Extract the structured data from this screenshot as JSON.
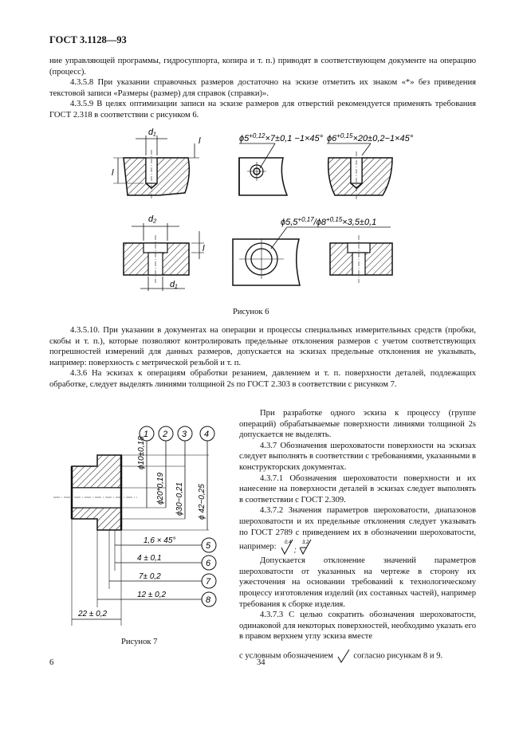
{
  "header": {
    "standard": "ГОСТ 3.1128—93"
  },
  "top_paragraphs": [
    "ние управляющей программы, гидросуппорта, копира и т. п.) приводят в соответствующем документе на операцию (процесс).",
    "4.3.5.8 При указании справочных размеров достаточно на эскизе отметить их знаком «*» без приведения текстовой записи «Размеры (размер) для справок (справки)».",
    "4.3.5.9 В целях оптимизации записи на эскизе размеров для отверстий рекомендуется применять требования ГОСТ 2.318 в соответствии с рисунком 6."
  ],
  "figure6": {
    "labels": {
      "d1": "d₁",
      "d2": "d₂",
      "l": "l",
      "note1": "ϕ5 +0,12 ×7±0,1 −1×45°",
      "note1_main": "ϕ5",
      "note1_tol": "+0,12",
      "note1_rest": "×7±0,1 −1×45°",
      "note2_main": "ϕ6",
      "note2_tol": "+0,15",
      "note2_rest": "×20±0,2−1×45°",
      "note3_main": "ϕ5,5",
      "note3_tol1": "+0,17",
      "note3_mid": "/ϕ8",
      "note3_tol2": "+0,15",
      "note3_rest": "×3,5±0,1"
    },
    "caption": "Рисунок 6"
  },
  "middle_paragraphs": [
    "4.3.5.10. При указании в документах на операции и процессы специальных измерительных средств (пробки, скобы и т. п.), которые позволяют контролировать предельные отклонения размеров с учетом соответствующих погрешностей измерений для данных размеров, допускается на эскизах предельные отклонения не указывать, например: поверхность с метрической резьбой и т. п.",
    "4.3.6 На эскизах к операциям обработки резанием, давлением и т. п. поверхности деталей, подлежащих обработке, следует выделять линиями толщиной 2s по ГОСТ 2.303 в соответствии с рисунком 7."
  ],
  "figure7": {
    "circles": [
      "1",
      "2",
      "3",
      "4",
      "5",
      "6",
      "7",
      "8"
    ],
    "dims": {
      "d10": "ϕ10±0,18",
      "d20": "ϕ20*0,19",
      "d30": "ϕ30−0,21",
      "d42": "ϕ 42−0,25",
      "chamfer": "1,6 × 45°",
      "l4": "4 ± 0,1",
      "l7": "7± 0,2",
      "l12": "12 ± 0,2",
      "l22": "22 ± 0,2"
    },
    "caption": "Рисунок 7"
  },
  "right_paragraphs": [
    "При разработке одного эскиза к процессу (группе операций) обрабатываемые поверхности линиями толщиной 2s допускается не выделять.",
    "4.3.7 Обозначения шероховатости поверхности на эскизах следует выполнять в соответствии с требованиями, указанными в конструкторских документах.",
    "4.3.7.1 Обозначения шероховатости поверхности и их нанесение на поверхности деталей в эскизах следует выполнять в соответствии с ГОСТ 2.309.",
    "4.3.7.2 Значения параметров шероховатости, диапазонов шероховатости и их предельные отклонения следует указывать по ГОСТ 2789 с приведением их в обозначении шероховатости, например:",
    "Допускается отклонение значений параметров шероховатости от указанных на чертеже в сторону их ужесточения на основании требований к технологическому процессу изготовления изделий (их составных частей), например требования к сборке изделия.",
    "4.3.7.3 С целью сократить обозначения шероховатости, одинаковой для некоторых поверхностей, необходимо указать его в правом верхнем углу эскиза вместе",
    "с условным обозначением",
    "согласно рисункам 8 и 9."
  ],
  "roughness_example": {
    "v1": "0,4",
    "v2": "3,2"
  },
  "page_numbers": {
    "left": "6",
    "center": "34"
  }
}
